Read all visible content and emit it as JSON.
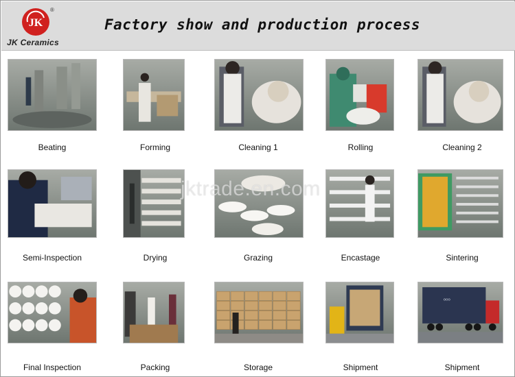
{
  "header": {
    "logo_initials": "JK",
    "logo_name": "JK Ceramics",
    "logo_reg": "®",
    "title": "Factory show and production process",
    "brand_color": "#d0211f"
  },
  "watermark": "jktrade.en.com",
  "steps": [
    {
      "label": "Beating",
      "scene": "beating-photo"
    },
    {
      "label": "Forming",
      "scene": "forming-photo"
    },
    {
      "label": "Cleaning 1",
      "scene": "cleaning-photo"
    },
    {
      "label": "Rolling",
      "scene": "rolling-photo"
    },
    {
      "label": "Cleaning 2",
      "scene": "cleaning-photo"
    },
    {
      "label": "Semi-Inspection",
      "scene": "inspection-photo"
    },
    {
      "label": "Drying",
      "scene": "drying-photo"
    },
    {
      "label": "Grazing",
      "scene": "grazing-photo"
    },
    {
      "label": "Encastage",
      "scene": "encastage-photo"
    },
    {
      "label": "Sintering",
      "scene": "sintering-photo"
    },
    {
      "label": "Final Inspection",
      "scene": "final-inspection-photo"
    },
    {
      "label": "Packing",
      "scene": "packing-photo"
    },
    {
      "label": "Storage",
      "scene": "storage-photo"
    },
    {
      "label": "Shipment",
      "scene": "shipment-photo"
    },
    {
      "label": "Shipment",
      "scene": "truck-photo"
    }
  ]
}
